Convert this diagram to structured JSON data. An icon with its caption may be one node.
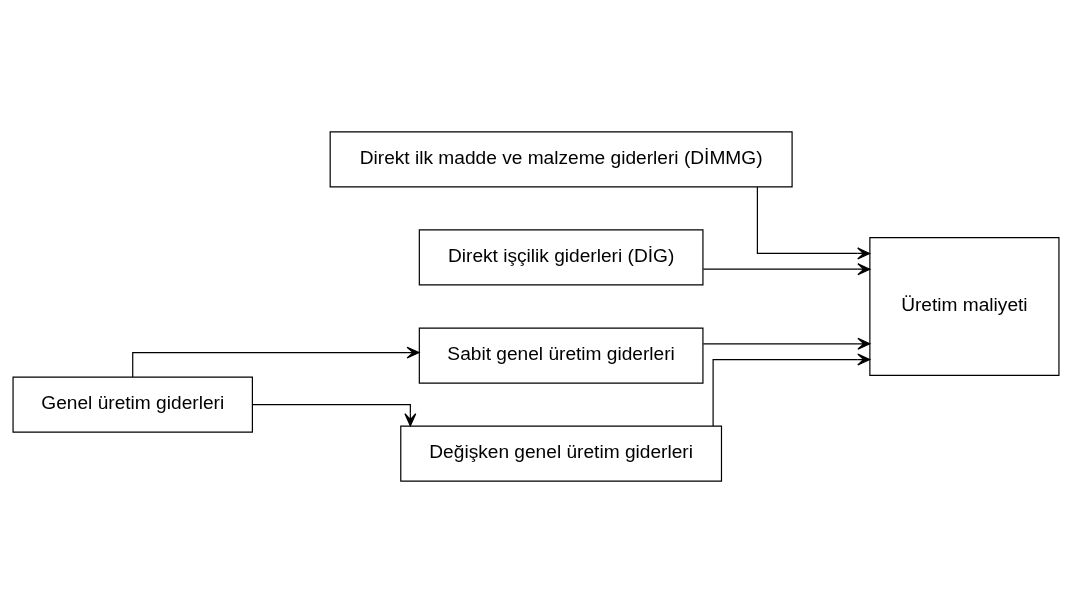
{
  "diagram": {
    "nodes": [
      {
        "text": [
          "Direkt ilk madde ve malzeme giderleri (DİMMG)"
        ]
      },
      {
        "text": [
          "Direkt işçilik giderleri (DİG)"
        ]
      },
      {
        "text": [
          "Genel üretim giderleri"
        ]
      },
      {
        "text": [
          "Üretim maliyeti"
        ]
      },
      {
        "text": [
          "Sabit genel üretim giderleri"
        ]
      },
      {
        "text": [
          "Değişken genel üretim giderleri"
        ]
      }
    ],
    "edges": [
      {
        "from": 0,
        "to": 3,
        "arrow": "to"
      },
      {
        "from": 1,
        "to": 3,
        "arrow": "to"
      },
      {
        "from": 2,
        "to": 4,
        "arrow": "to"
      },
      {
        "from": 2,
        "to": 5,
        "arrow": "to"
      },
      {
        "from": 4,
        "to": 3,
        "arrow": "to"
      },
      {
        "from": 5,
        "to": 3,
        "arrow": "to"
      }
    ]
  }
}
